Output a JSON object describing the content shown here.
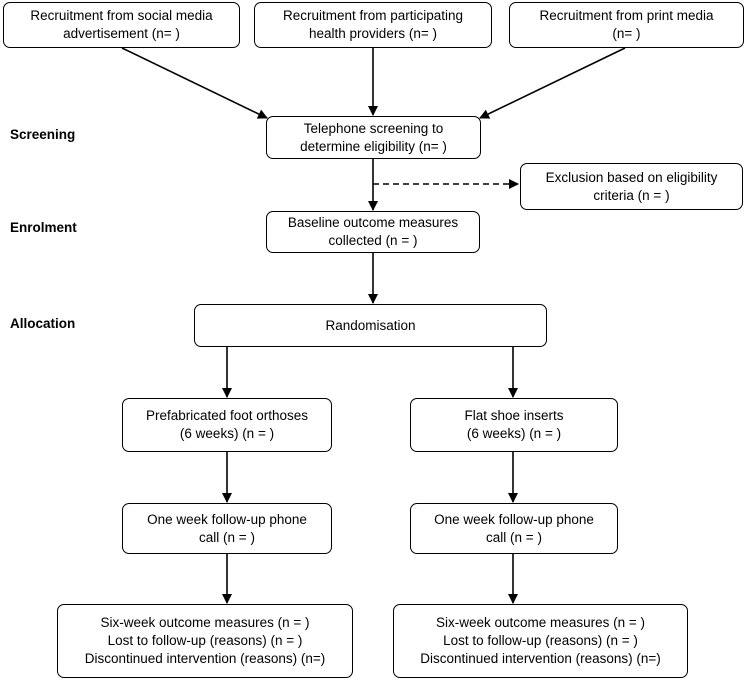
{
  "stages": {
    "screening": "Screening",
    "enrolment": "Enrolment",
    "allocation": "Allocation"
  },
  "recruitment": {
    "social_media": [
      "Recruitment from social media",
      "advertisement  (n= )"
    ],
    "health_providers": [
      "Recruitment from participating",
      "health providers (n= )"
    ],
    "print_media": [
      "Recruitment from print media",
      "(n= )"
    ]
  },
  "screening_box": [
    "Telephone screening to",
    "determine eligibility (n= )"
  ],
  "exclusion_box": [
    "Exclusion based on  eligibility",
    "criteria (n = )"
  ],
  "baseline_box": [
    "Baseline outcome measures",
    "collected (n = )"
  ],
  "randomisation_box": "Randomisation",
  "left_arm": {
    "intervention": [
      "Prefabricated foot orthoses",
      "(6 weeks) (n = )"
    ],
    "followup": [
      "One week follow-up phone",
      "call (n = )"
    ],
    "outcomes": [
      "Six-week outcome measures (n = )",
      "Lost to follow-up (reasons) (n = )",
      "Discontinued intervention (reasons) (n=)"
    ]
  },
  "right_arm": {
    "intervention": [
      "Flat shoe inserts",
      "(6 weeks) (n = )"
    ],
    "followup": [
      "One week follow-up phone",
      "call (n = )"
    ],
    "outcomes": [
      "Six-week outcome measures (n = )",
      "Lost to follow-up (reasons) (n = )",
      "Discontinued intervention (reasons) (n=)"
    ]
  }
}
